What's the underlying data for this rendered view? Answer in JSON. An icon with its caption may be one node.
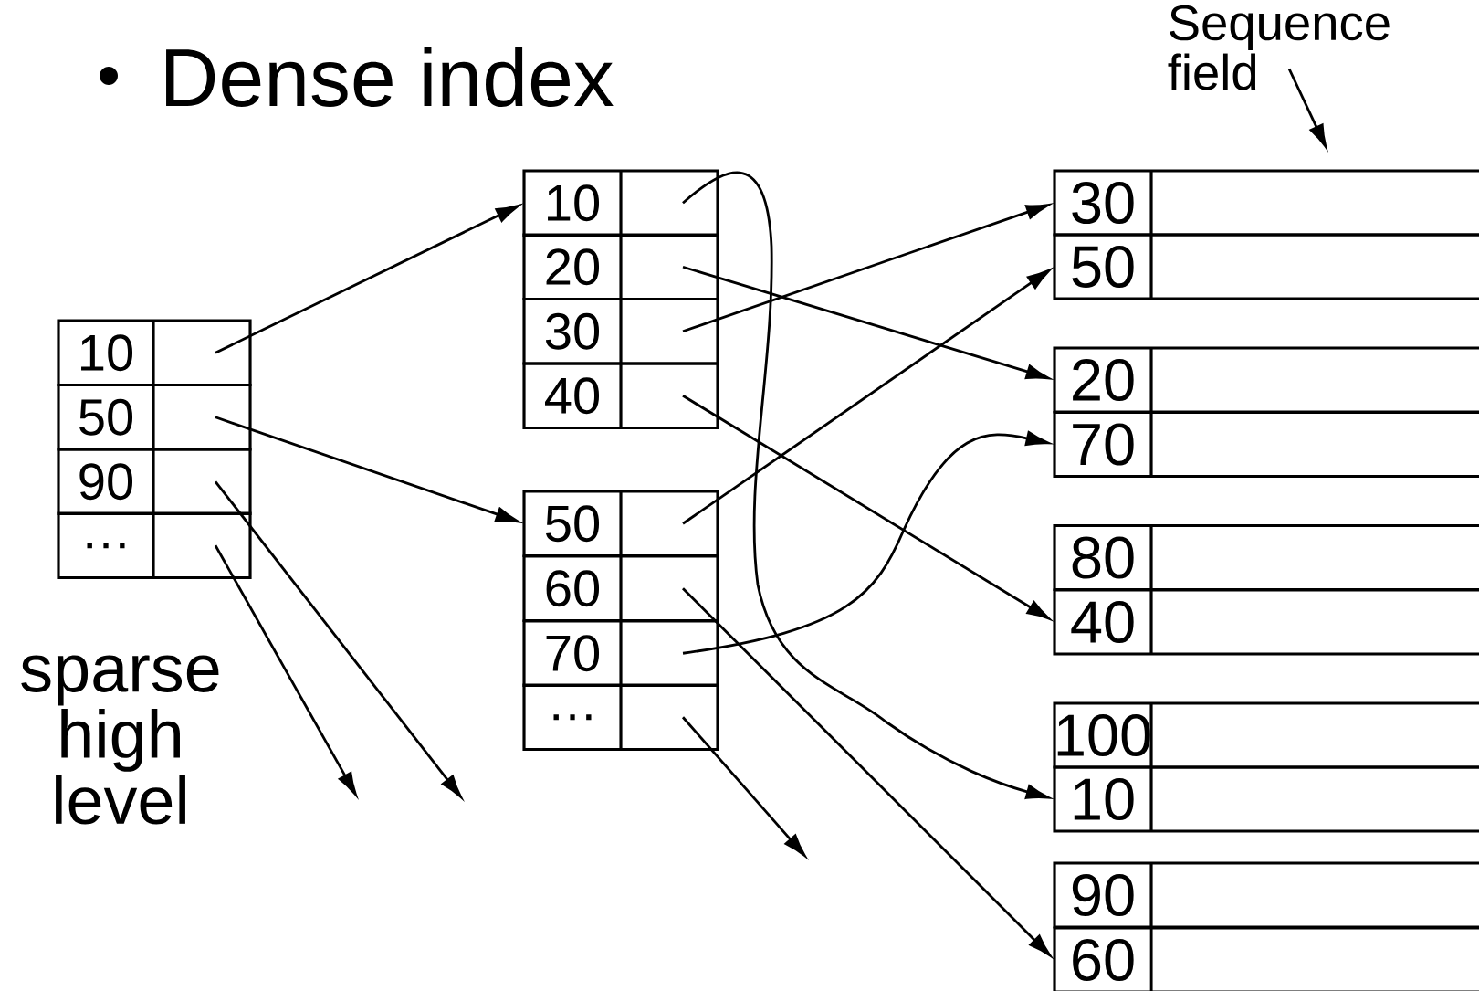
{
  "diagram": {
    "title": "Dense index",
    "nodes": [
      {
        "text": [
          "10"
        ]
      },
      {
        "text": [
          "50"
        ]
      },
      {
        "text": [
          "90"
        ]
      },
      {
        "text": [
          "…"
        ]
      },
      {
        "text": [
          "10"
        ]
      },
      {
        "text": [
          "20"
        ]
      },
      {
        "text": [
          "30"
        ]
      },
      {
        "text": [
          "40"
        ]
      },
      {
        "text": [
          "50"
        ]
      },
      {
        "text": [
          "60"
        ]
      },
      {
        "text": [
          "70"
        ]
      },
      {
        "text": [
          "…"
        ]
      },
      {
        "text": [
          "30"
        ]
      },
      {
        "text": [
          "50"
        ]
      },
      {
        "text": [
          "20"
        ]
      },
      {
        "text": [
          "70"
        ]
      },
      {
        "text": [
          "80"
        ]
      },
      {
        "text": [
          "40"
        ]
      },
      {
        "text": [
          "100"
        ]
      },
      {
        "text": [
          "10"
        ]
      },
      {
        "text": [
          "90"
        ]
      },
      {
        "text": [
          "60"
        ]
      },
      {
        "text": [
          "Sequence field"
        ]
      }
    ],
    "edges": [
      {
        "from": 0,
        "to": 4,
        "arrow": "to"
      },
      {
        "from": 1,
        "to": 8,
        "arrow": "to"
      },
      {
        "from": 2,
        "to": null,
        "arrow": "to"
      },
      {
        "from": 3,
        "to": null,
        "arrow": "to"
      },
      {
        "from": 4,
        "to": 19,
        "arrow": "to"
      },
      {
        "from": 5,
        "to": 14,
        "arrow": "to"
      },
      {
        "from": 6,
        "to": 12,
        "arrow": "to"
      },
      {
        "from": 7,
        "to": 17,
        "arrow": "to"
      },
      {
        "from": 8,
        "to": 13,
        "arrow": "to"
      },
      {
        "from": 9,
        "to": 21,
        "arrow": "to"
      },
      {
        "from": 10,
        "to": 15,
        "arrow": "to"
      },
      {
        "from": 11,
        "to": null,
        "arrow": "to"
      },
      {
        "from": 22,
        "to": null,
        "arrow": "to"
      }
    ],
    "labels": [
      "sparse high level"
    ]
  }
}
